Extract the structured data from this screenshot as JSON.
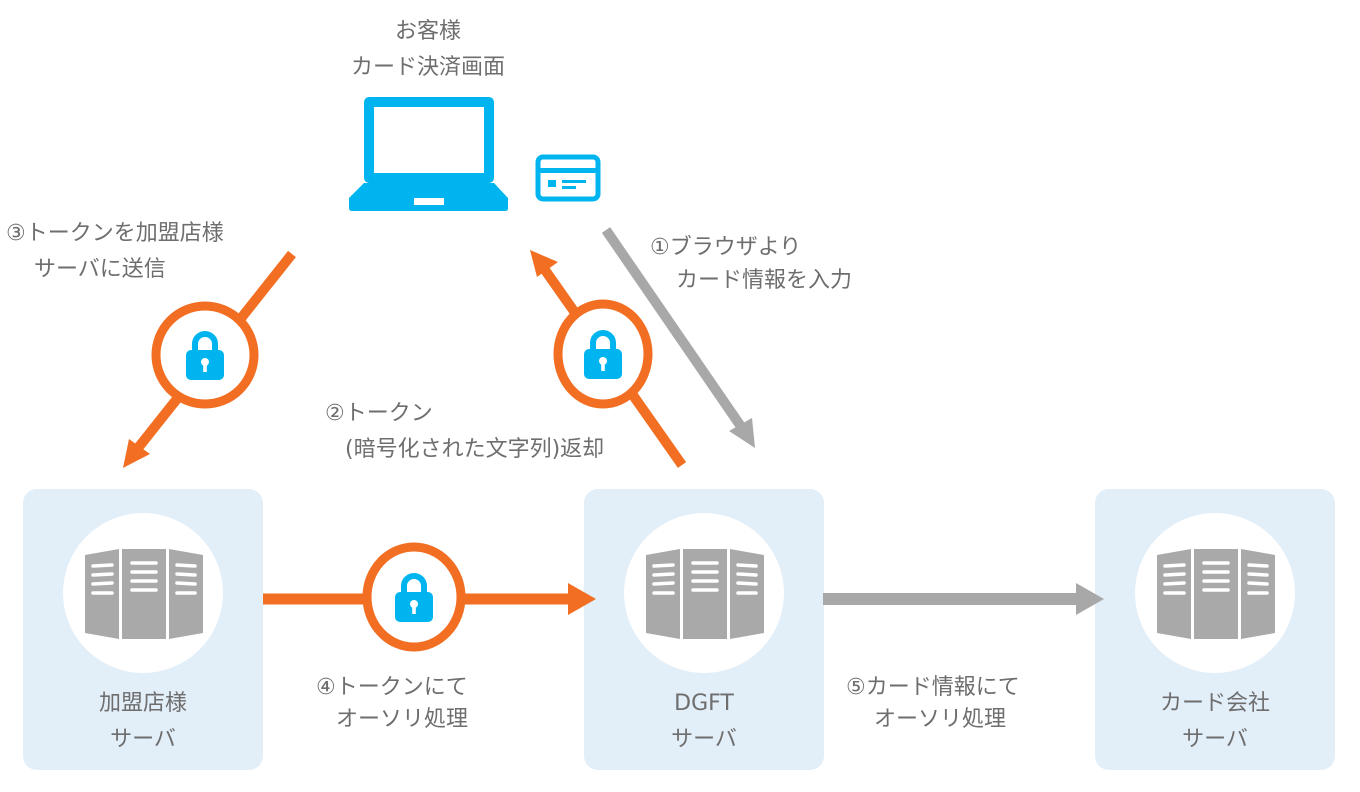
{
  "colors": {
    "accent_orange": "#f26e22",
    "arrow_grey": "#a8a8a8",
    "icon_cyan": "#00b5ef",
    "server_grey": "#a9a9a9",
    "box_bg": "#e2eef8",
    "text": "#6e6e6e"
  },
  "customer": {
    "line1": "お客様",
    "line2": "カード決済画面",
    "icon": "laptop-icon",
    "card_icon": "credit-card-icon"
  },
  "steps": {
    "step1": {
      "line1": "①ブラウザより",
      "line2": "カード情報を入力",
      "style": "grey",
      "encrypted": false
    },
    "step2": {
      "line1": "②トークン",
      "line2": "(暗号化された文字列)返却",
      "style": "orange",
      "encrypted": true
    },
    "step3": {
      "line1": "③トークンを加盟店様",
      "line2": "サーバに送信",
      "style": "orange",
      "encrypted": true
    },
    "step4": {
      "line1": "④トークンにて",
      "line2": "オーソリ処理",
      "style": "orange",
      "encrypted": true
    },
    "step5": {
      "line1": "⑤カード情報にて",
      "line2": "オーソリ処理",
      "style": "grey",
      "encrypted": false
    }
  },
  "servers": [
    {
      "line1": "加盟店様",
      "line2": "サーバ",
      "icon": "server-icon"
    },
    {
      "line1": "DGFT",
      "line2": "サーバ",
      "icon": "server-icon"
    },
    {
      "line1": "カード会社",
      "line2": "サーバ",
      "icon": "server-icon"
    }
  ],
  "lock_icon": "lock-icon"
}
